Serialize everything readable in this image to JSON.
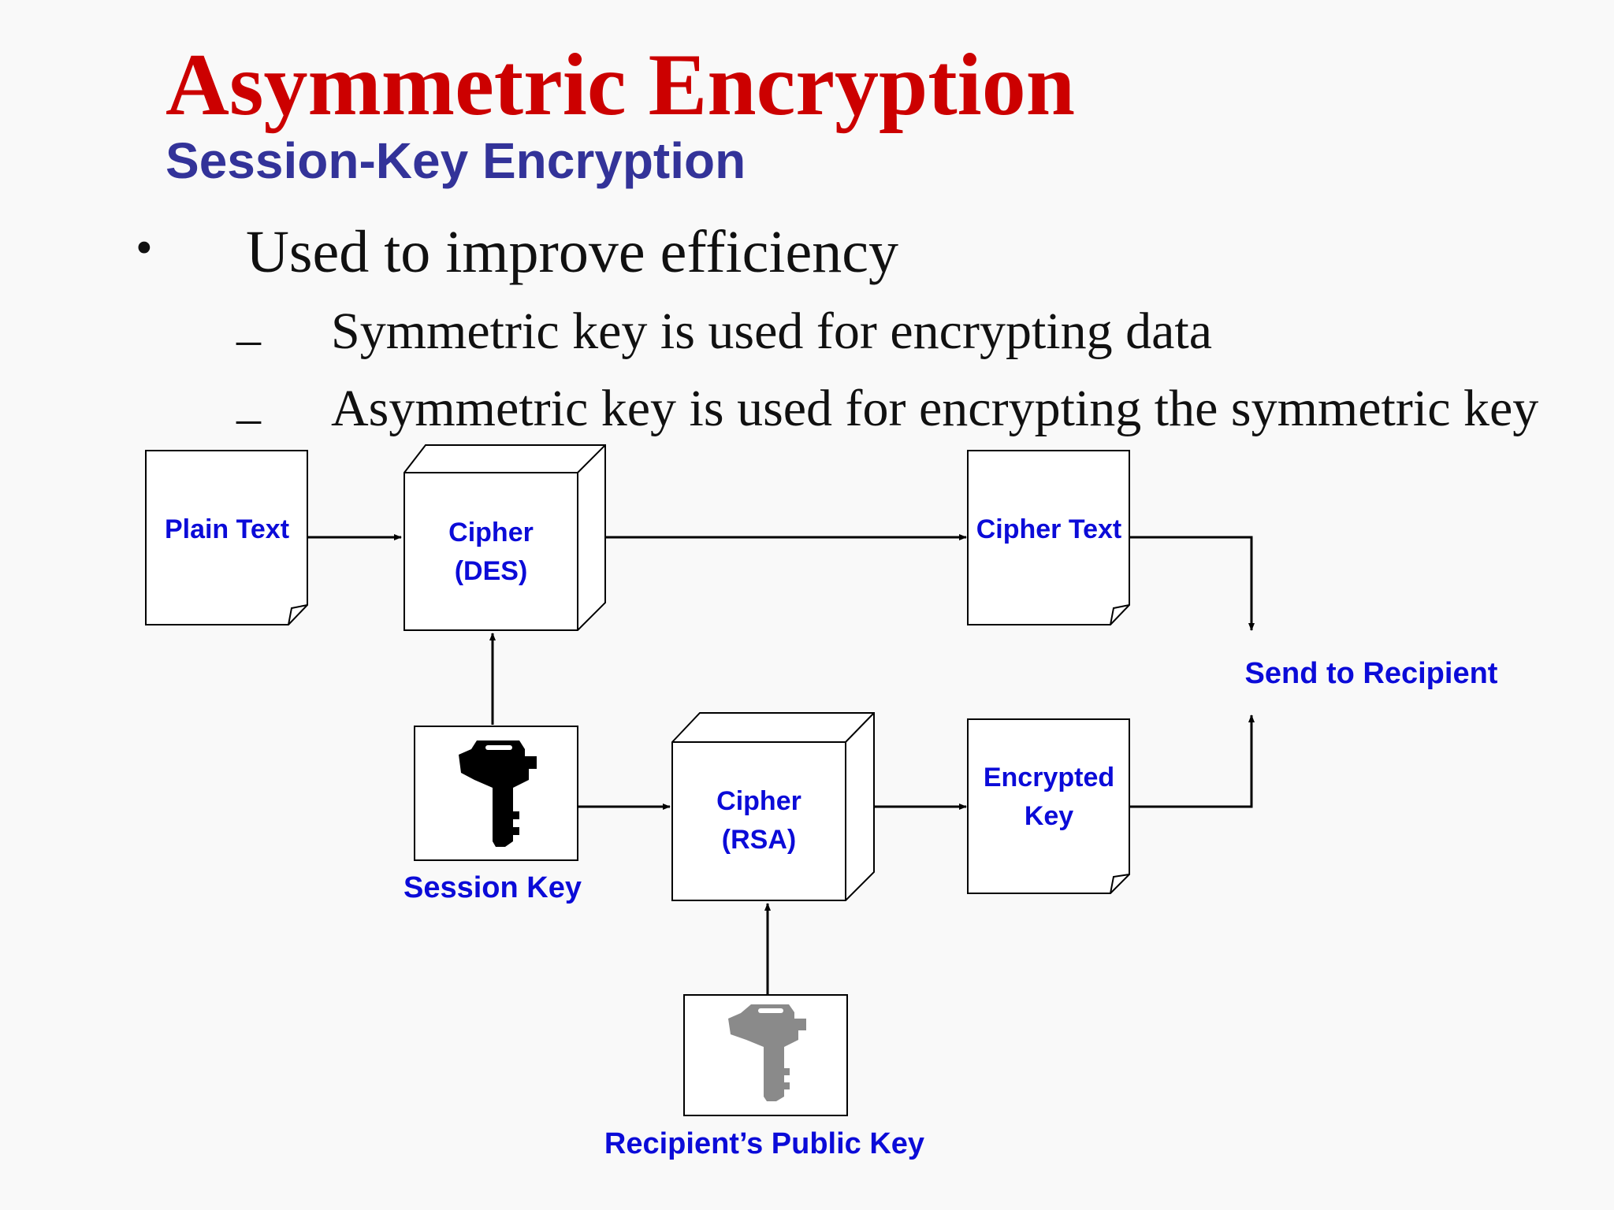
{
  "slide": {
    "title": "Asymmetric Encryption",
    "subtitle": "Session-Key Encryption",
    "bullet": {
      "marker": "•",
      "text": "Used to improve efficiency",
      "subpoints": [
        {
          "marker": "–",
          "text": "Symmetric key is used for encrypting data"
        },
        {
          "marker": "–",
          "text": "Asymmetric key is used for encrypting the symmetric key"
        }
      ]
    }
  },
  "diagram": {
    "plain_text": "Plain Text",
    "cipher_des": {
      "line1": "Cipher",
      "line2": "(DES)"
    },
    "cipher_text": "Cipher Text",
    "send_to_recipient": "Send to Recipient",
    "session_key": "Session Key",
    "cipher_rsa": {
      "line1": "Cipher",
      "line2": "(RSA)"
    },
    "encrypted_key": {
      "line1": "Encrypted",
      "line2": "Key"
    },
    "recipient_public_key": "Recipient’s Public Key",
    "icons": {
      "session_key_icon": "key-icon-black",
      "public_key_icon": "key-icon-gray"
    }
  },
  "colors": {
    "title": "#cc0000",
    "subtitle": "#333399",
    "label_blue": "#0b0bd8",
    "body_text": "#111111",
    "lines": "#000000",
    "key_black": "#000000",
    "key_gray": "#8a8a8a",
    "background": "#f9f9f9"
  }
}
